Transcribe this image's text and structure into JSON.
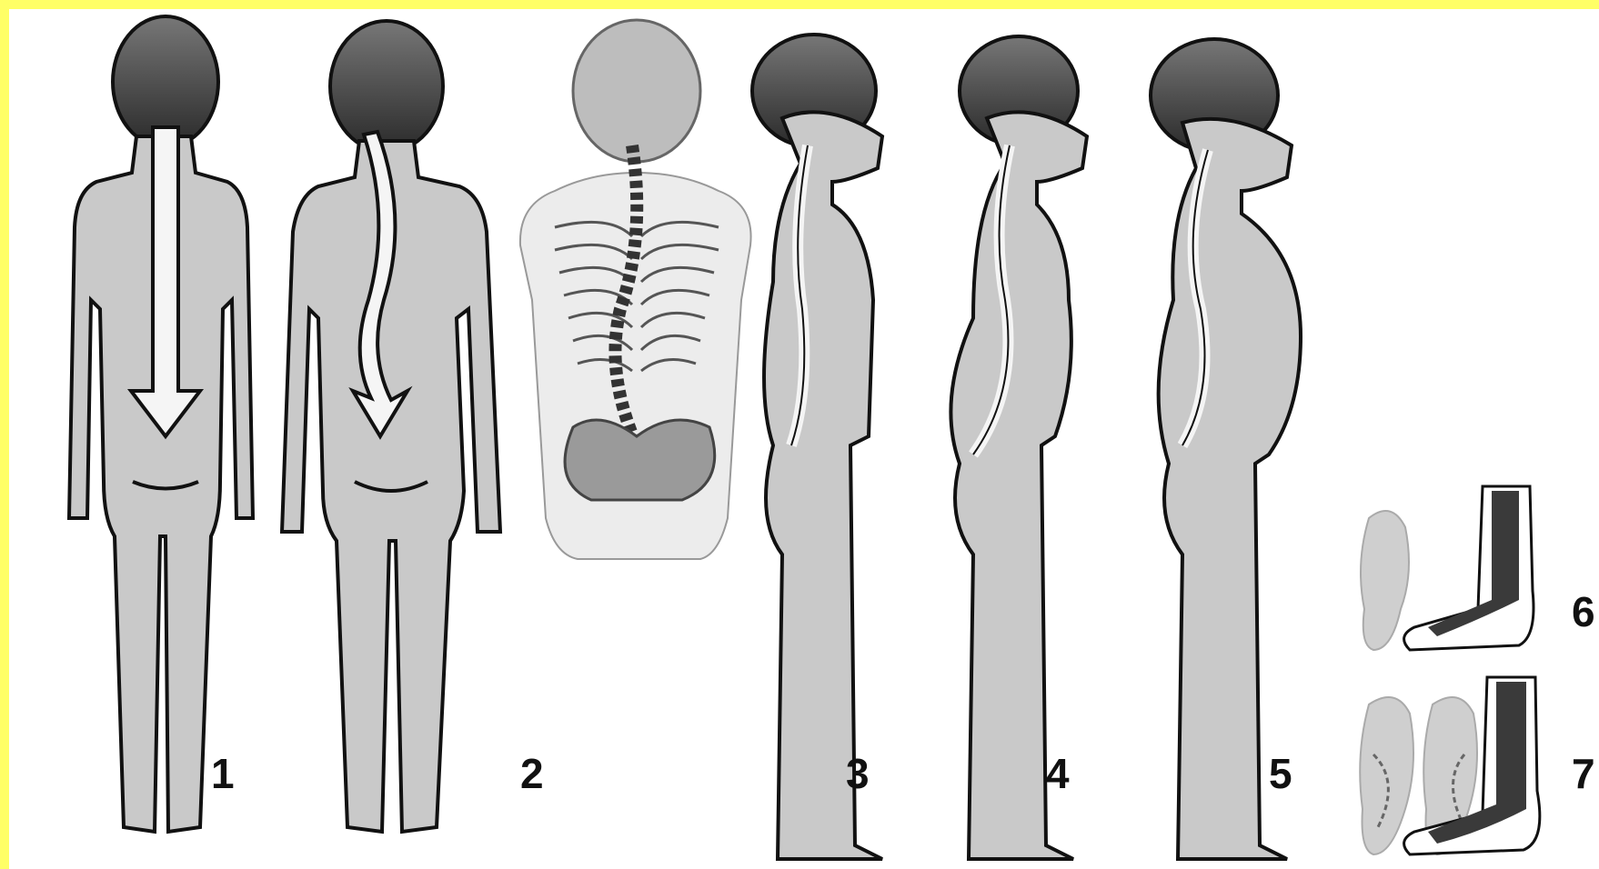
{
  "figures": [
    {
      "label": "1",
      "view": "back",
      "spine": "straight"
    },
    {
      "label": "2",
      "view": "back",
      "spine": "curved"
    },
    {
      "label": "",
      "view": "back-skeleton",
      "spine": "curved"
    },
    {
      "label": "3",
      "view": "side",
      "spine": "normal"
    },
    {
      "label": "4",
      "view": "side",
      "spine": "lordosis"
    },
    {
      "label": "5",
      "view": "side",
      "spine": "kyphosis"
    }
  ],
  "feet": [
    {
      "label": "6",
      "type": "normal-foot"
    },
    {
      "label": "7",
      "type": "flat-foot"
    }
  ],
  "colors": {
    "frame": "#ffff66",
    "background": "#ffffff",
    "skin": "#c9c9c9",
    "hair": "#3a3a3a",
    "outline": "#111111",
    "spine_arrow": "#f5f5f5"
  }
}
